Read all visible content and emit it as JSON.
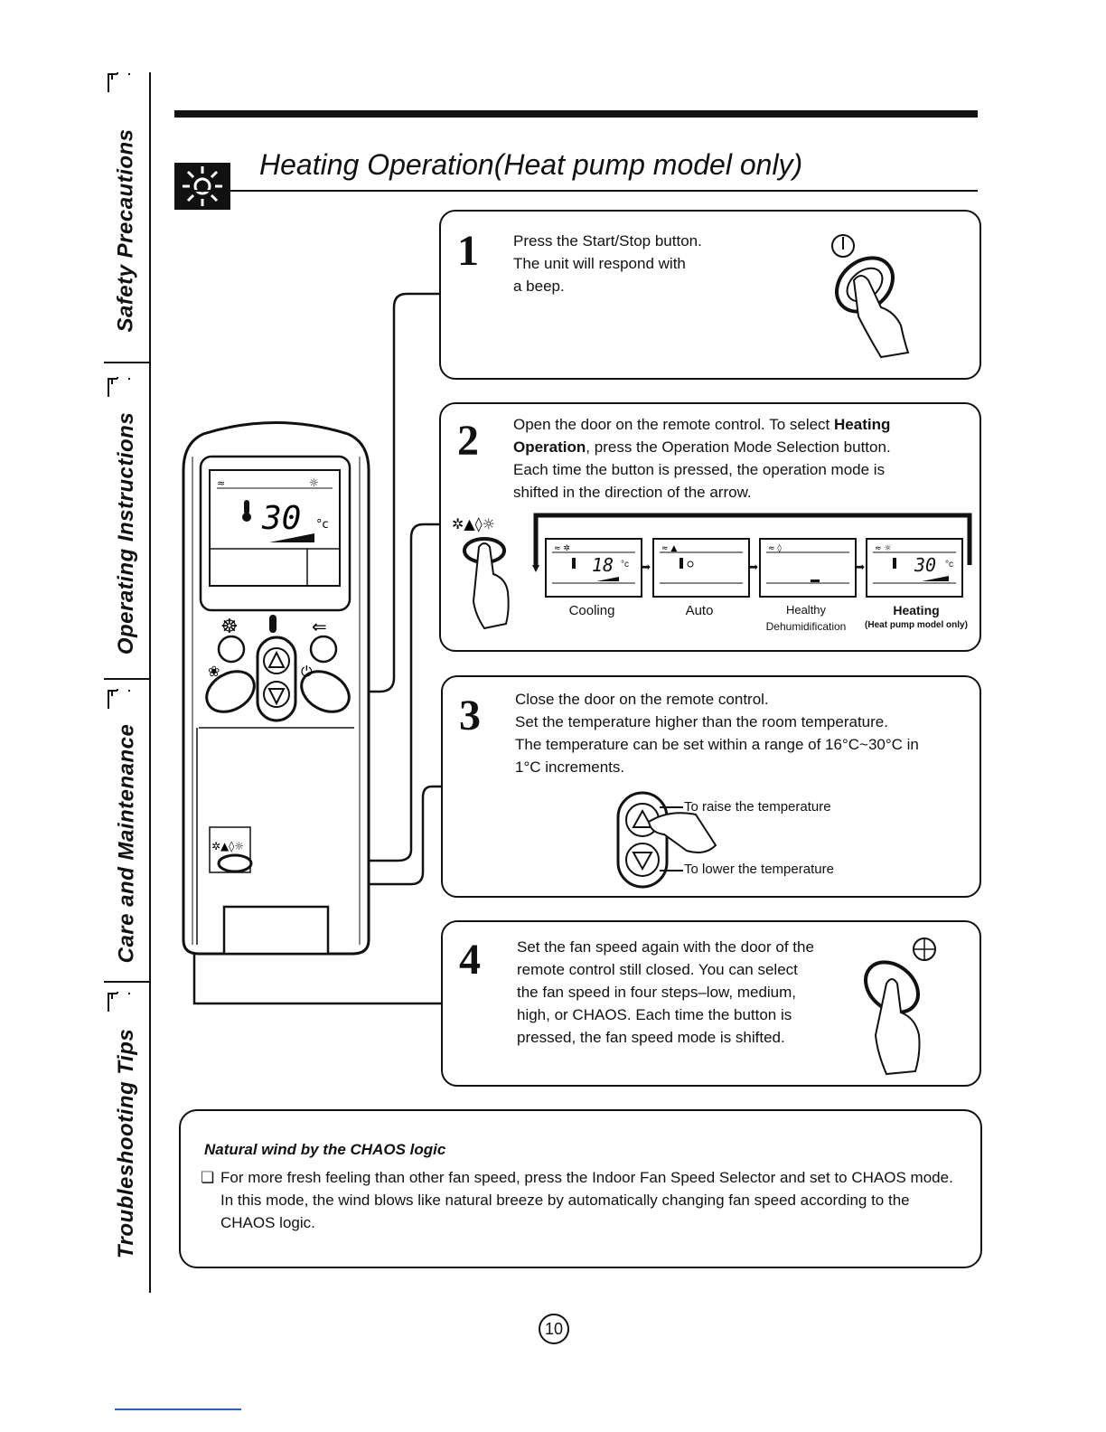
{
  "sidebar": {
    "tabs": [
      {
        "label": "Safety Precautions"
      },
      {
        "label": "Operating Instructions"
      },
      {
        "label": "Care and Maintenance"
      },
      {
        "label": "Troubleshooting Tips"
      }
    ]
  },
  "header": {
    "title": "Heating Operation(Heat pump model only)"
  },
  "remote": {
    "temperature": "30",
    "unit": "°c"
  },
  "steps": [
    {
      "number": "1",
      "lines": [
        "Press the Start/Stop button.",
        "The unit will respond with",
        "a beep."
      ]
    },
    {
      "number": "2",
      "line1_a": "Open the door on the remote control. To select ",
      "line1_b": "Heating",
      "line2_a": "Operation",
      "line2_b": ", press the Operation Mode Selection button.",
      "line3": "Each time the button is pressed, the operation mode is",
      "line4": "shifted in the direction of the arrow.",
      "modes": [
        {
          "label": "Cooling",
          "temp": "18"
        },
        {
          "label": "Auto",
          "temp": ""
        },
        {
          "label": "Healthy",
          "label2": "Dehumidification",
          "temp": ""
        },
        {
          "label": "Heating",
          "label2": "(Heat pump model only)",
          "temp": "30"
        }
      ],
      "temp_unit": "°c"
    },
    {
      "number": "3",
      "lines": [
        "Close the door on the remote control.",
        "Set the temperature higher than the room temperature.",
        "The temperature can be set within a range of 16°C~30°C in",
        "1°C increments."
      ],
      "raise_label": "To raise the temperature",
      "lower_label": "To lower the temperature"
    },
    {
      "number": "4",
      "lines": [
        "Set the fan speed again with the door of the",
        "remote control still closed. You can select",
        "the fan speed in four steps–low, medium,",
        "high, or CHAOS. Each time the button is",
        "pressed, the fan speed mode is shifted."
      ]
    }
  ],
  "note": {
    "title": "Natural wind by the CHAOS logic",
    "text": "For more fresh feeling than other fan speed, press the Indoor Fan Speed Selector and set to CHAOS mode. In this mode, the wind blows like natural breeze by automatically changing fan speed according to the CHAOS logic."
  },
  "page_number": "10",
  "colors": {
    "ink": "#111111",
    "link": "#2a5bd7"
  }
}
